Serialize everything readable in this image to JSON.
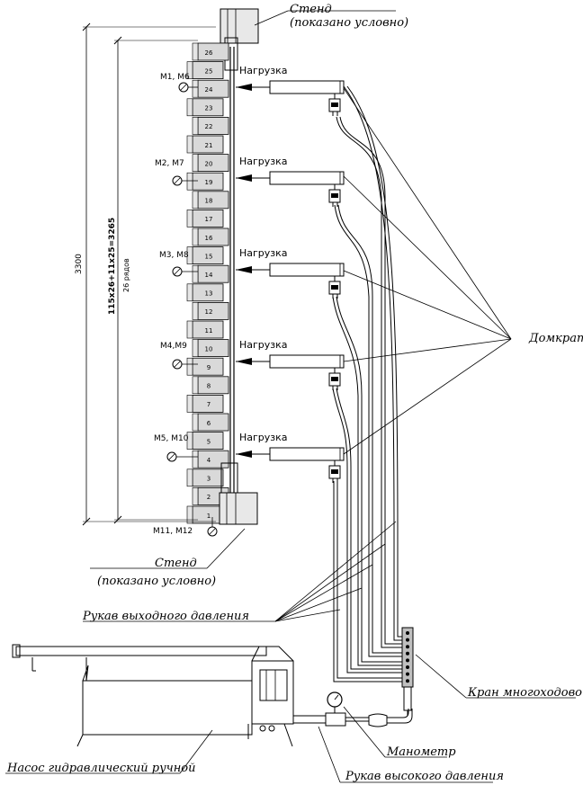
{
  "labels": {
    "stand_top_1": "Стенд",
    "stand_top_2": "(показано условно)",
    "stand_bot_1": "Стенд",
    "stand_bot_2": "(показано условно)",
    "jack": "Домкрат",
    "load": "Нагрузка",
    "hose_out": "Рукав выходного давления",
    "valve": "Кран многоходовой",
    "gauge": "Манометр",
    "hose_high": "Рукав высокого давления",
    "pump": "Насос гидравлический ручной",
    "dim_total": "3300",
    "dim_rows": "115x26+11x25=3265",
    "dim_rows_count": "26 рядов"
  },
  "gauges": [
    "M1, M6",
    "M2, M7",
    "M3, M8",
    "M4,M9",
    "M5, M10",
    "M11, M12"
  ],
  "rows": [
    "26",
    "25",
    "24",
    "23",
    "22",
    "21",
    "20",
    "19",
    "18",
    "17",
    "16",
    "15",
    "14",
    "13",
    "12",
    "11",
    "10",
    "9",
    "8",
    "7",
    "6",
    "5",
    "4",
    "3",
    "2",
    "1"
  ]
}
